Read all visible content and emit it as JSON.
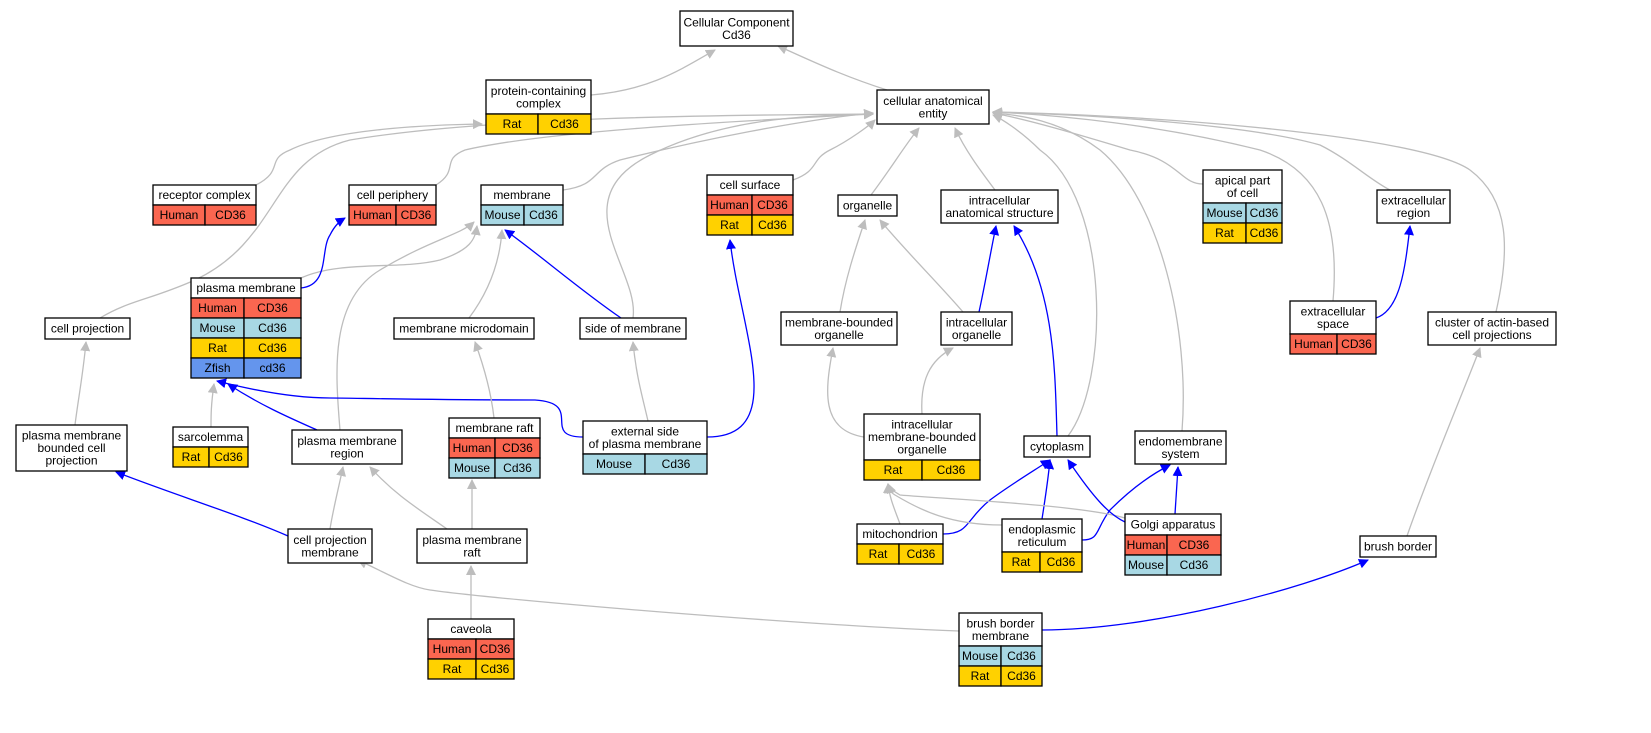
{
  "colors": {
    "Human": "#fa6650",
    "Mouse": "#a8d8e4",
    "Rat": "#ffd100",
    "Zfish": "#6495ed",
    "is_a_edge": "#bdbdbd",
    "part_of_edge": "#0000ff"
  },
  "nodes": [
    {
      "id": "cc",
      "label": [
        "Cellular Component",
        "Cd36"
      ],
      "rows": []
    },
    {
      "id": "pcc",
      "label": [
        "protein-containing",
        "complex"
      ],
      "rows": [
        [
          "Rat",
          "Cd36"
        ]
      ]
    },
    {
      "id": "cae",
      "label": [
        "cellular anatomical",
        "entity"
      ],
      "rows": []
    },
    {
      "id": "rc",
      "label": [
        "receptor complex"
      ],
      "rows": [
        [
          "Human",
          "CD36"
        ]
      ]
    },
    {
      "id": "cper",
      "label": [
        "cell periphery"
      ],
      "rows": [
        [
          "Human",
          "CD36"
        ]
      ]
    },
    {
      "id": "mem",
      "label": [
        "membrane"
      ],
      "rows": [
        [
          "Mouse",
          "Cd36"
        ]
      ]
    },
    {
      "id": "csurf",
      "label": [
        "cell surface"
      ],
      "rows": [
        [
          "Human",
          "CD36"
        ],
        [
          "Rat",
          "Cd36"
        ]
      ]
    },
    {
      "id": "org",
      "label": [
        "organelle"
      ],
      "rows": []
    },
    {
      "id": "ias",
      "label": [
        "intracellular",
        "anatomical structure"
      ],
      "rows": []
    },
    {
      "id": "apc",
      "label": [
        "apical part",
        "of cell"
      ],
      "rows": [
        [
          "Mouse",
          "Cd36"
        ],
        [
          "Rat",
          "Cd36"
        ]
      ]
    },
    {
      "id": "exr",
      "label": [
        "extracellular",
        "region"
      ],
      "rows": []
    },
    {
      "id": "pm",
      "label": [
        "plasma membrane"
      ],
      "rows": [
        [
          "Human",
          "CD36"
        ],
        [
          "Mouse",
          "Cd36"
        ],
        [
          "Rat",
          "Cd36"
        ],
        [
          "Zfish",
          "cd36"
        ]
      ]
    },
    {
      "id": "cproj",
      "label": [
        "cell projection"
      ],
      "rows": []
    },
    {
      "id": "mmd",
      "label": [
        "membrane microdomain"
      ],
      "rows": []
    },
    {
      "id": "som",
      "label": [
        "side of membrane"
      ],
      "rows": []
    },
    {
      "id": "mbo",
      "label": [
        "membrane-bounded",
        "organelle"
      ],
      "rows": []
    },
    {
      "id": "io",
      "label": [
        "intracellular",
        "organelle"
      ],
      "rows": []
    },
    {
      "id": "exs",
      "label": [
        "extracellular",
        "space"
      ],
      "rows": [
        [
          "Human",
          "CD36"
        ]
      ]
    },
    {
      "id": "cabp",
      "label": [
        "cluster of actin-based",
        "cell projections"
      ],
      "rows": []
    },
    {
      "id": "pmbcp",
      "label": [
        "plasma membrane",
        "bounded cell",
        "projection"
      ],
      "rows": []
    },
    {
      "id": "sarc",
      "label": [
        "sarcolemma"
      ],
      "rows": [
        [
          "Rat",
          "Cd36"
        ]
      ]
    },
    {
      "id": "pmr",
      "label": [
        "plasma membrane",
        "region"
      ],
      "rows": []
    },
    {
      "id": "mraft",
      "label": [
        "membrane raft"
      ],
      "rows": [
        [
          "Human",
          "CD36"
        ],
        [
          "Mouse",
          "Cd36"
        ]
      ]
    },
    {
      "id": "espm",
      "label": [
        "external side",
        "of plasma membrane"
      ],
      "rows": [
        [
          "Mouse",
          "Cd36"
        ]
      ]
    },
    {
      "id": "imbo",
      "label": [
        "intracellular",
        "membrane-bounded",
        "organelle"
      ],
      "rows": [
        [
          "Rat",
          "Cd36"
        ]
      ]
    },
    {
      "id": "cyto",
      "label": [
        "cytoplasm"
      ],
      "rows": []
    },
    {
      "id": "endo",
      "label": [
        "endomembrane",
        "system"
      ],
      "rows": []
    },
    {
      "id": "cpm",
      "label": [
        "cell projection",
        "membrane"
      ],
      "rows": []
    },
    {
      "id": "pmraft",
      "label": [
        "plasma membrane",
        "raft"
      ],
      "rows": []
    },
    {
      "id": "mito",
      "label": [
        "mitochondrion"
      ],
      "rows": [
        [
          "Rat",
          "Cd36"
        ]
      ]
    },
    {
      "id": "er",
      "label": [
        "endoplasmic",
        "reticulum"
      ],
      "rows": [
        [
          "Rat",
          "Cd36"
        ]
      ]
    },
    {
      "id": "golgi",
      "label": [
        "Golgi apparatus"
      ],
      "rows": [
        [
          "Human",
          "CD36"
        ],
        [
          "Mouse",
          "Cd36"
        ]
      ]
    },
    {
      "id": "bb",
      "label": [
        "brush border"
      ],
      "rows": []
    },
    {
      "id": "cav",
      "label": [
        "caveola"
      ],
      "rows": [
        [
          "Human",
          "CD36"
        ],
        [
          "Rat",
          "Cd36"
        ]
      ]
    },
    {
      "id": "bbm",
      "label": [
        "brush border",
        "membrane"
      ],
      "rows": [
        [
          "Mouse",
          "Cd36"
        ],
        [
          "Rat",
          "Cd36"
        ]
      ]
    }
  ],
  "edges": [
    {
      "from": "pcc",
      "to": "cc",
      "type": "is_a"
    },
    {
      "from": "cae",
      "to": "cc",
      "type": "is_a"
    },
    {
      "from": "rc",
      "to": "pcc",
      "type": "is_a"
    },
    {
      "from": "cper",
      "to": "cae",
      "type": "is_a"
    },
    {
      "from": "mem",
      "to": "cae",
      "type": "is_a"
    },
    {
      "from": "csurf",
      "to": "cae",
      "type": "is_a"
    },
    {
      "from": "org",
      "to": "cae",
      "type": "is_a"
    },
    {
      "from": "ias",
      "to": "cae",
      "type": "is_a"
    },
    {
      "from": "apc",
      "to": "cae",
      "type": "is_a"
    },
    {
      "from": "exr",
      "to": "cae",
      "type": "is_a"
    },
    {
      "from": "cproj",
      "to": "cae",
      "type": "is_a"
    },
    {
      "from": "som",
      "to": "cae",
      "type": "is_a"
    },
    {
      "from": "exs",
      "to": "cae",
      "type": "is_a"
    },
    {
      "from": "cabp",
      "to": "cae",
      "type": "is_a"
    },
    {
      "from": "cyto",
      "to": "cae",
      "type": "is_a"
    },
    {
      "from": "endo",
      "to": "cae",
      "type": "is_a"
    },
    {
      "from": "pm",
      "to": "mem",
      "type": "is_a"
    },
    {
      "from": "pm",
      "to": "cper",
      "type": "part_of"
    },
    {
      "from": "mmd",
      "to": "mem",
      "type": "is_a"
    },
    {
      "from": "som",
      "to": "mem",
      "type": "part_of"
    },
    {
      "from": "pmr",
      "to": "mem",
      "type": "is_a"
    },
    {
      "from": "mbo",
      "to": "org",
      "type": "is_a"
    },
    {
      "from": "io",
      "to": "org",
      "type": "is_a"
    },
    {
      "from": "io",
      "to": "ias",
      "type": "part_of"
    },
    {
      "from": "cyto",
      "to": "ias",
      "type": "part_of"
    },
    {
      "from": "exs",
      "to": "exr",
      "type": "part_of"
    },
    {
      "from": "pmbcp",
      "to": "cproj",
      "type": "is_a"
    },
    {
      "from": "sarc",
      "to": "pm",
      "type": "is_a"
    },
    {
      "from": "pmr",
      "to": "pm",
      "type": "part_of"
    },
    {
      "from": "espm",
      "to": "pm",
      "type": "part_of"
    },
    {
      "from": "espm",
      "to": "som",
      "type": "is_a"
    },
    {
      "from": "espm",
      "to": "csurf",
      "type": "part_of"
    },
    {
      "from": "mraft",
      "to": "mmd",
      "type": "is_a"
    },
    {
      "from": "imbo",
      "to": "mbo",
      "type": "is_a"
    },
    {
      "from": "imbo",
      "to": "io",
      "type": "is_a"
    },
    {
      "from": "cpm",
      "to": "pmbcp",
      "type": "part_of"
    },
    {
      "from": "cpm",
      "to": "pmr",
      "type": "is_a"
    },
    {
      "from": "pmraft",
      "to": "pmr",
      "type": "is_a"
    },
    {
      "from": "pmraft",
      "to": "mraft",
      "type": "is_a"
    },
    {
      "from": "mito",
      "to": "imbo",
      "type": "is_a"
    },
    {
      "from": "mito",
      "to": "cyto",
      "type": "part_of"
    },
    {
      "from": "er",
      "to": "imbo",
      "type": "is_a"
    },
    {
      "from": "er",
      "to": "cyto",
      "type": "part_of"
    },
    {
      "from": "er",
      "to": "endo",
      "type": "part_of"
    },
    {
      "from": "golgi",
      "to": "imbo",
      "type": "is_a"
    },
    {
      "from": "golgi",
      "to": "cyto",
      "type": "part_of"
    },
    {
      "from": "golgi",
      "to": "endo",
      "type": "part_of"
    },
    {
      "from": "bb",
      "to": "cabp",
      "type": "is_a"
    },
    {
      "from": "cav",
      "to": "pmraft",
      "type": "is_a"
    },
    {
      "from": "bbm",
      "to": "cpm",
      "type": "is_a"
    },
    {
      "from": "bbm",
      "to": "bb",
      "type": "part_of"
    }
  ]
}
